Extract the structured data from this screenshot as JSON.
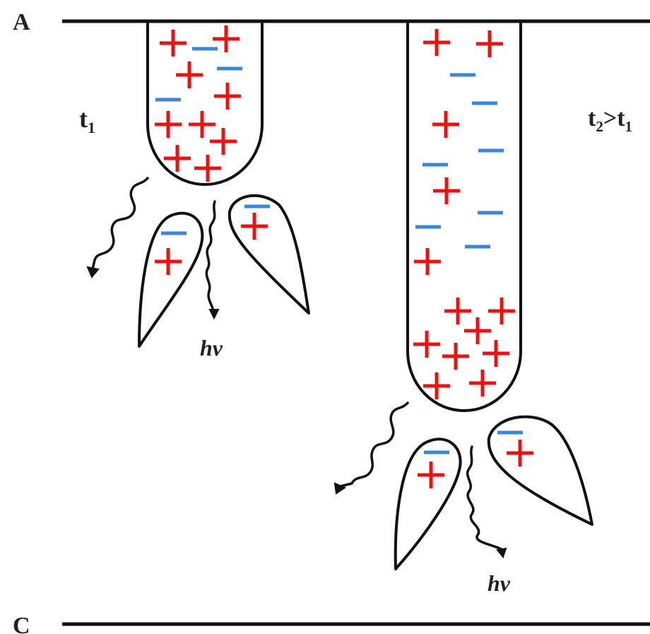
{
  "labels": {
    "anode": "A",
    "cathode": "C",
    "time1": "t",
    "time1_sub": "1",
    "time2": "t",
    "time2_sub": "2",
    "time2_rel": ">t",
    "time2_rel_sub": "1",
    "photon1": "hν",
    "photon2": "hν"
  },
  "colors": {
    "positive": "#ee1111",
    "negative": "#3b86d9",
    "outline": "#111111",
    "text": "#222222"
  },
  "symbols": {
    "positive": "plus-sign",
    "negative": "minus-sign"
  }
}
